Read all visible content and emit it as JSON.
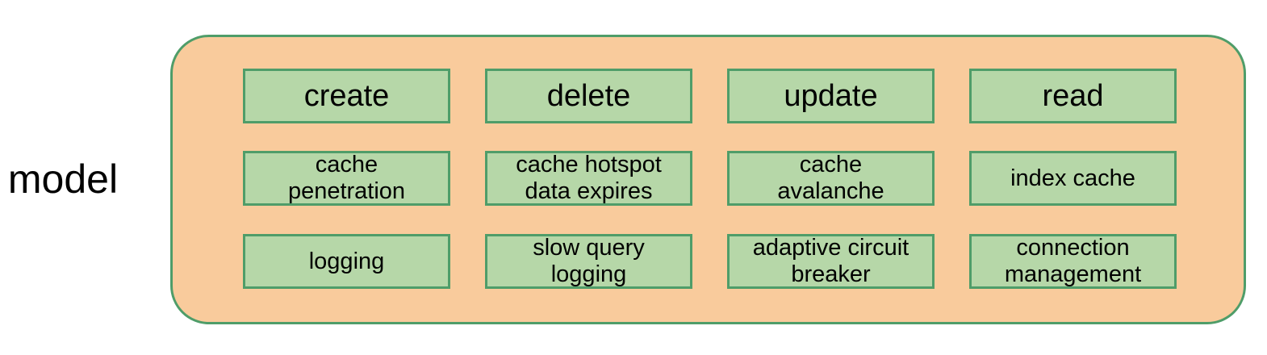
{
  "diagram": {
    "side_label": "model",
    "colors": {
      "background": "#ffffff",
      "container_fill": "#f9cb9c",
      "node_fill": "#b6d7a8",
      "border": "#4f9d69",
      "text": "#000000"
    },
    "rows": [
      {
        "cells": [
          "create",
          "delete",
          "update",
          "read"
        ]
      },
      {
        "cells": [
          "cache\npenetration",
          "cache hotspot\ndata expires",
          "cache\navalanche",
          "index cache"
        ]
      },
      {
        "cells": [
          "logging",
          "slow query\nlogging",
          "adaptive circuit\nbreaker",
          "connection\nmanagement"
        ]
      }
    ]
  }
}
